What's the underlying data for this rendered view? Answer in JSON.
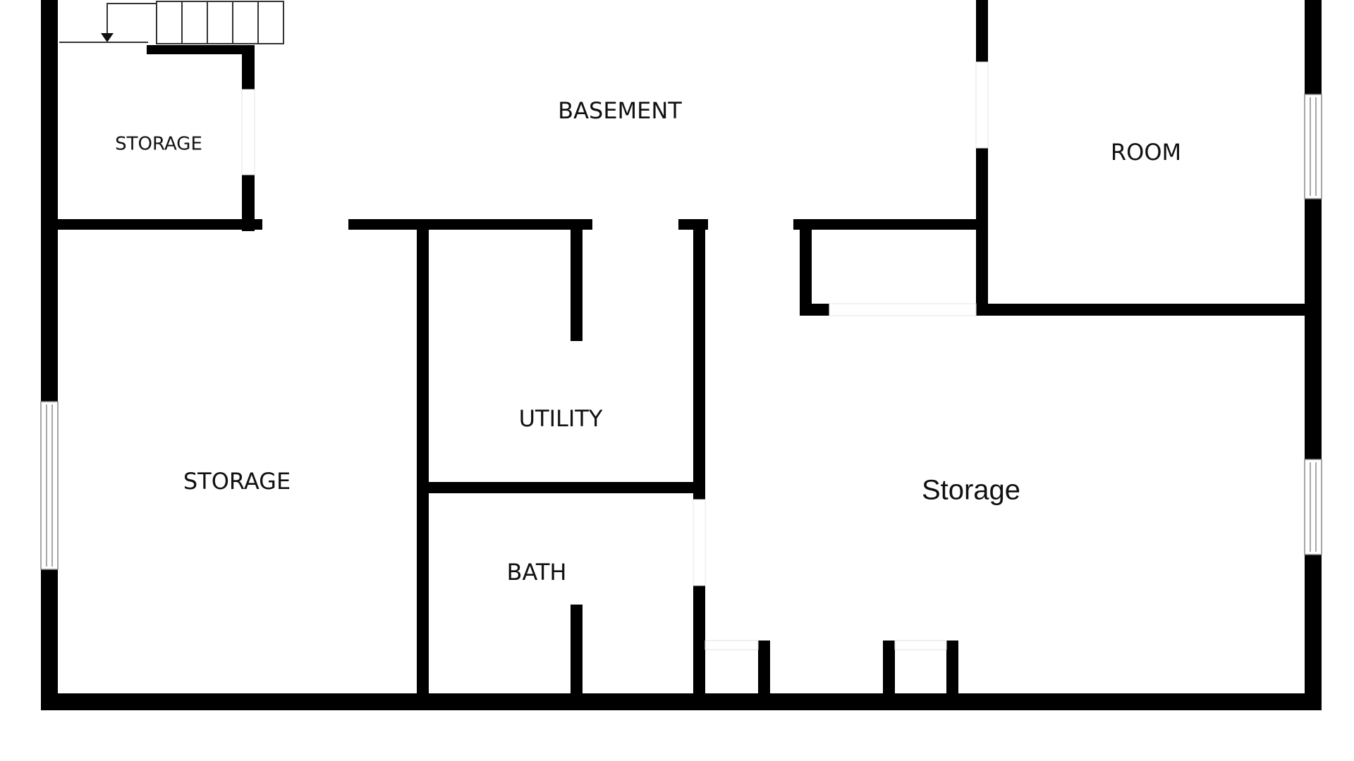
{
  "floorplan": {
    "rooms": {
      "basement": "BASEMENT",
      "storage_small": "STORAGE",
      "room": "ROOM",
      "storage_left": "STORAGE",
      "utility": "UTILITY",
      "bath": "BATH",
      "storage_right": "Storage"
    },
    "colors": {
      "wall": "#000000",
      "background": "#ffffff",
      "window": "#8a8a8a"
    },
    "icons": {
      "stairs": "stairs-icon",
      "stair_arrow": "arrow-down-icon"
    }
  }
}
